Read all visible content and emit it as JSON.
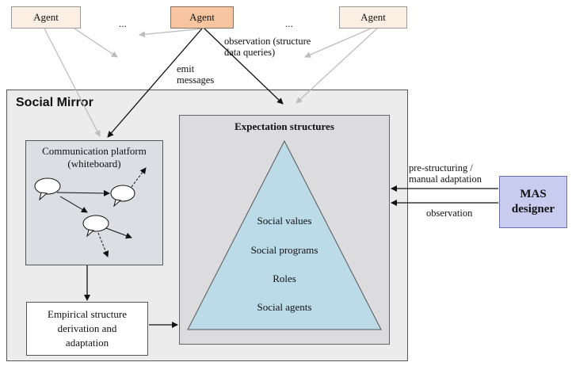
{
  "agents": [
    "Agent",
    "Agent",
    "Agent"
  ],
  "ellipsis": [
    "...",
    "..."
  ],
  "labels": {
    "emit": [
      "emit",
      "messages"
    ],
    "observation_queries": [
      "observation (structure",
      "data queries)"
    ],
    "pre_structuring": [
      "pre-structuring /",
      "manual adaptation"
    ],
    "observation": "observation"
  },
  "social_mirror": {
    "title": "Social Mirror",
    "communication_platform": [
      "Communication platform",
      "(whiteboard)"
    ],
    "derivation": [
      "Empirical structure",
      "derivation and",
      "adaptation"
    ],
    "expectation_structures": {
      "title": "Expectation structures",
      "layers": [
        "Social values",
        "Social programs",
        "Roles",
        "Social agents"
      ]
    }
  },
  "designer": [
    "MAS",
    "designer"
  ],
  "colors": {
    "agent_fill": "#fbeee2",
    "agent_highlight": "#f7c6a0",
    "pyramid_fill": "#bcdbe8",
    "designer_fill": "#c8cdf0",
    "mirror_fill": "#ececec"
  }
}
